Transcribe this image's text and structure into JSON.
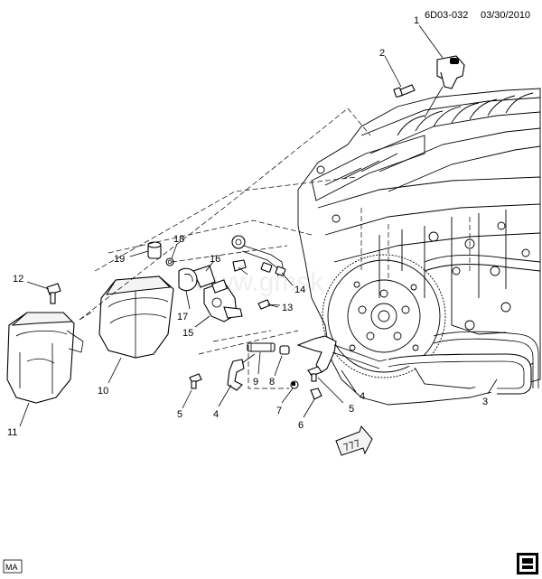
{
  "header": {
    "code": "6D03-032",
    "date": "03/30/2010"
  },
  "footer": {
    "left_tag": "MA"
  },
  "watermark": "www.gmsk",
  "callouts": {
    "c1": "1",
    "c2": "2",
    "c3": "3",
    "c4a": "4",
    "c4b": "4",
    "c5a": "5",
    "c5b": "5",
    "c6": "6",
    "c7": "7",
    "c8": "8",
    "c9": "9",
    "c10": "10",
    "c11": "11",
    "c12": "12",
    "c13": "13",
    "c14": "14",
    "c15": "15",
    "c16": "16",
    "c17": "17",
    "c18": "18",
    "c19": "19"
  },
  "icons": {
    "front_arrow": "front-arrow-icon",
    "corner_logo": "gm-epc-logo-icon"
  }
}
